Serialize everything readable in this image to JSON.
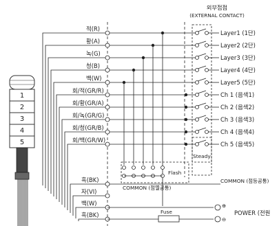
{
  "header": {
    "title": "외부접점",
    "subtitle": "(EXTERNAL CONTACT)"
  },
  "tower_segments": [
    "1",
    "2",
    "3",
    "4",
    "5"
  ],
  "wires": [
    {
      "label": "적(R)"
    },
    {
      "label": "황(A)"
    },
    {
      "label": "녹(G)"
    },
    {
      "label": "청(B)"
    },
    {
      "label": "백(W)"
    },
    {
      "label": "회/적(GR/R)"
    },
    {
      "label": "회/황(GR/A)"
    },
    {
      "label": "회/녹(GR/G)"
    },
    {
      "label": "회/청(GR/B)"
    },
    {
      "label": "회/백(GR/W)"
    },
    {
      "label": "흑(BK)"
    },
    {
      "label": "자(VI)"
    },
    {
      "label": "백(W)"
    },
    {
      "label": "흑(BK)"
    }
  ],
  "outputs": [
    {
      "label": "Layer1 (1단)"
    },
    {
      "label": "Layer2 (2단)"
    },
    {
      "label": "Layer3 (3단)"
    },
    {
      "label": "Layer4 (4단)"
    },
    {
      "label": "Layer5 (5단)"
    },
    {
      "label": "Ch 1 (음색1)"
    },
    {
      "label": "Ch 2 (음색2)"
    },
    {
      "label": "Ch 3 (음색3)"
    },
    {
      "label": "Ch 4 (음색4)"
    },
    {
      "label": "Ch 5 (음색5)"
    }
  ],
  "labels": {
    "flash": "Flash",
    "steady": "Steady",
    "common_flash": "COMMON (점멸공통)",
    "common_steady": "COMMON (점등공통)",
    "fuse": "Fuse",
    "power": "POWER (전원"
  },
  "symbols": {
    "plus": "⊕",
    "minus": "⊖"
  }
}
